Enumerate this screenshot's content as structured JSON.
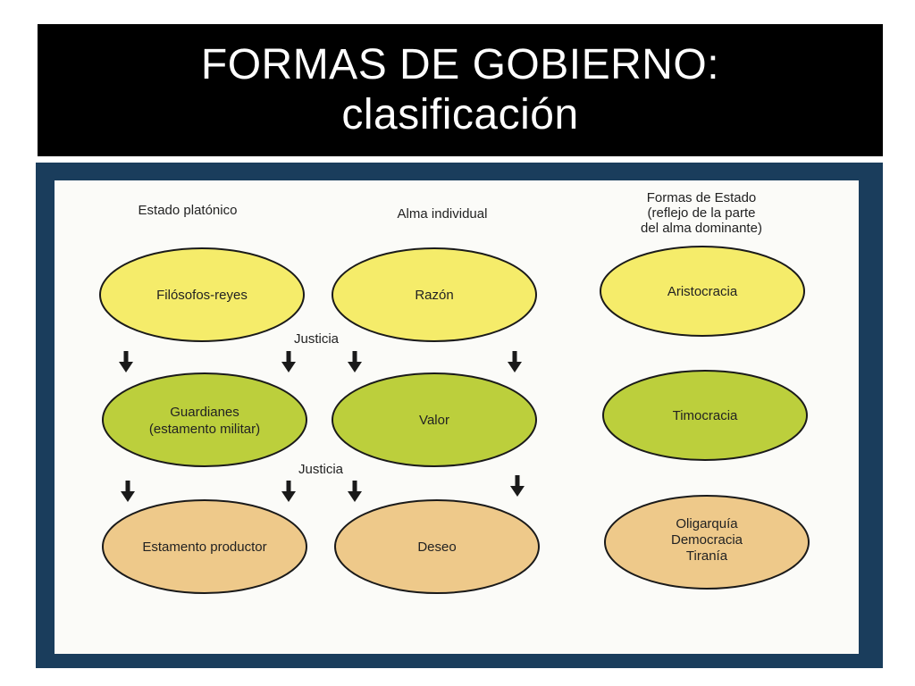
{
  "title": {
    "line1": "FORMAS DE GOBIERNO:",
    "line2": "clasificación"
  },
  "colors": {
    "title_bg": "#000000",
    "title_text": "#ffffff",
    "frame": "#1a3d5c",
    "paper": "#fbfbf8",
    "yellow": "#f5ec6a",
    "green": "#bccf3c",
    "tan": "#eec98a",
    "outline": "#1a1a1a"
  },
  "columns": {
    "estado": {
      "header": "Estado platónico"
    },
    "alma": {
      "header": "Alma individual"
    },
    "formas": {
      "header_line1": "Formas de Estado",
      "header_line2": "(reflejo de la parte",
      "header_line3": "del alma dominante)"
    }
  },
  "nodes": {
    "filosofos": "Filósofos-reyes",
    "razon": "Razón",
    "aristocracia": "Aristocracia",
    "guardianes_line1": "Guardianes",
    "guardianes_line2": "(estamento militar)",
    "valor": "Valor",
    "timocracia": "Timocracia",
    "productor": "Estamento productor",
    "deseo": "Deseo",
    "oligarquia": "Oligarquía",
    "democracia": "Democracia",
    "tirania": "Tiranía"
  },
  "justicia_labels": {
    "top": "Justicia",
    "bottom": "Justicia"
  }
}
